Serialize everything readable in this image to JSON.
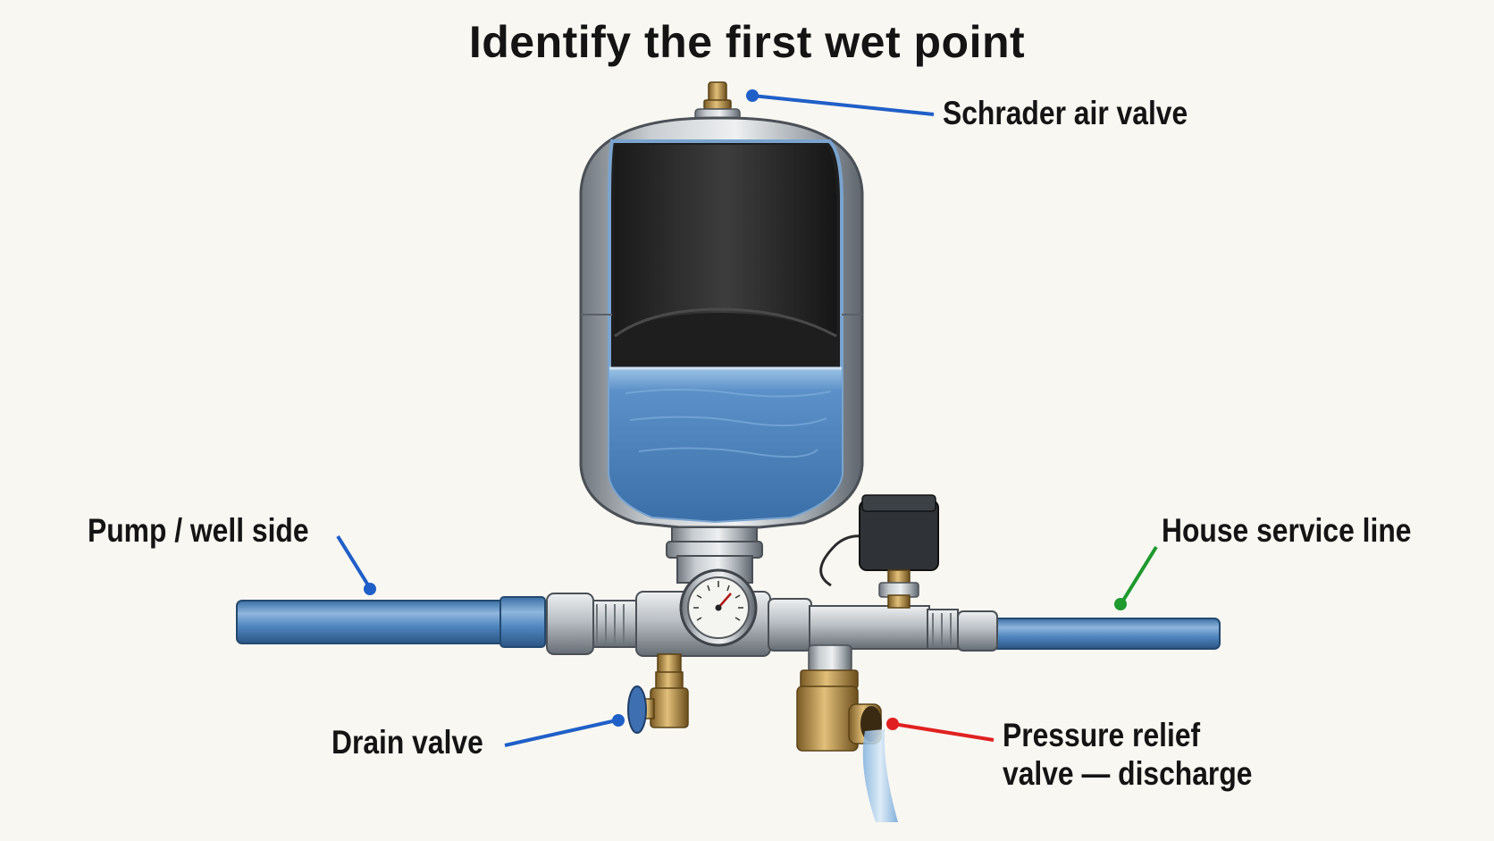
{
  "title": "Identify the first wet point",
  "labels": {
    "schrader": "Schrader air valve",
    "pump": "Pump / well side",
    "house": "House service line",
    "drain": "Drain valve",
    "relief_line1": "Pressure relief",
    "relief_line2": "valve — discharge"
  },
  "colors": {
    "leader_blue": "#1f5fc8",
    "leader_green": "#1e9a2e",
    "leader_red": "#e02020",
    "pipe_blue": "#4f86bf",
    "water_blue": "#4a82c0",
    "bladder_dark": "#262626",
    "steel": "#9aa1a8",
    "brass": "#b08a45"
  }
}
